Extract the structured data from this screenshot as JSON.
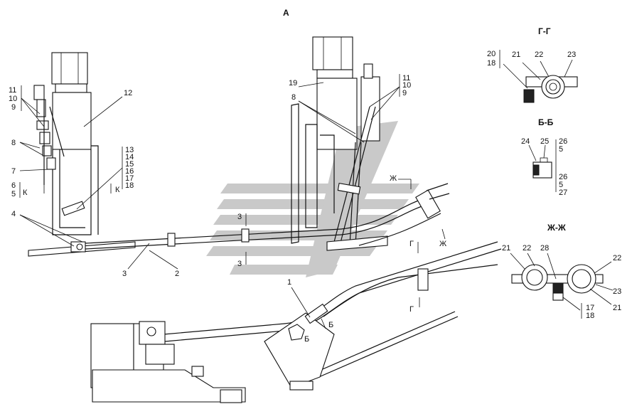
{
  "view_title": "А",
  "sections": {
    "gg": {
      "title": "Г-Г",
      "labels": [
        "20",
        "18",
        "21",
        "22",
        "23"
      ]
    },
    "bb": {
      "title": "Б-Б",
      "labels_top": [
        "24",
        "25",
        "26",
        "5"
      ],
      "labels_bottom": [
        "26",
        "5",
        "27"
      ]
    },
    "zz": {
      "title": "Ж-Ж",
      "labels": [
        "21",
        "22",
        "28",
        "22",
        "23",
        "21",
        "17",
        "18"
      ]
    }
  },
  "callouts_left": [
    "11",
    "10",
    "9",
    "8",
    "7",
    "6",
    "5",
    "4",
    "3",
    "2",
    "12"
  ],
  "callouts_stack_right": [
    "13",
    "14",
    "15",
    "16",
    "17",
    "18"
  ],
  "callouts_center": [
    "19",
    "8",
    "11",
    "10",
    "9",
    "1"
  ],
  "section_marks": {
    "k": "К",
    "three": "3",
    "zh": "Ж",
    "g": "Г",
    "b": "Б"
  },
  "watermark_color": "#c9c9c9"
}
